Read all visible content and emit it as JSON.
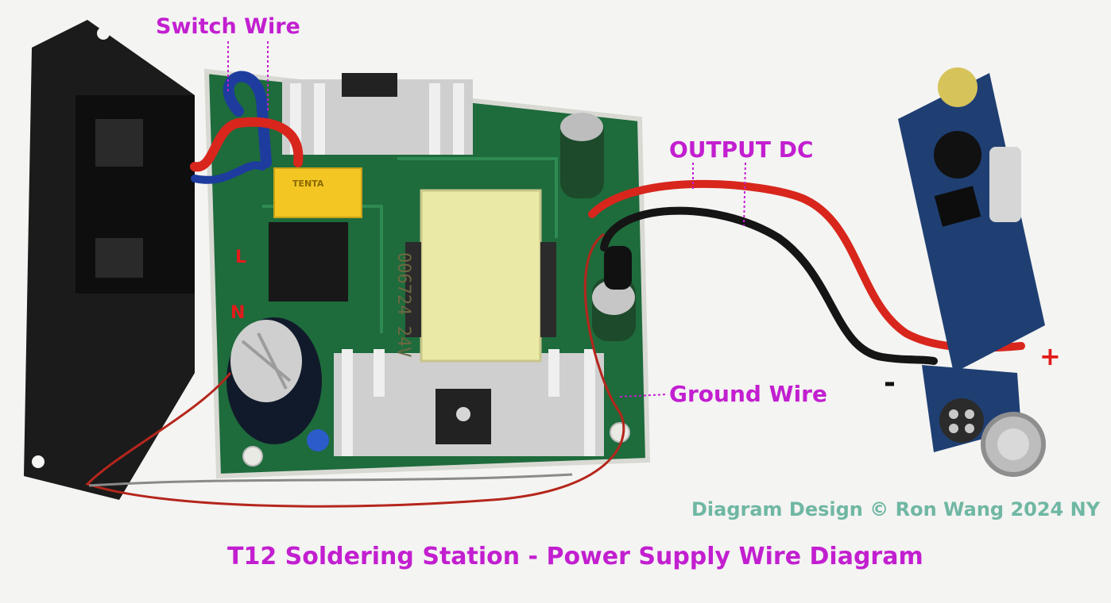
{
  "labels": {
    "switch_wire": "Switch Wire",
    "output_dc": "OUTPUT DC",
    "ground_wire": "Ground Wire",
    "title": "T12 Soldering Station - Power Supply Wire Diagram",
    "credit": "Diagram Design © Ron Wang 2024 NY",
    "live": "L",
    "neutral": "N",
    "positive": "+",
    "negative": "-"
  },
  "components": {
    "transformer_marking": "006724 24V",
    "fuse_marking": "TENTA"
  },
  "colors": {
    "label_magenta": "#c21fd0",
    "credit_teal": "#6fb7a3",
    "polarity_red": "#e31b1b",
    "pcb_green": "#1e6b3c",
    "controller_blue": "#1f3f73",
    "wire_red": "#d8261c",
    "wire_black": "#151515"
  }
}
